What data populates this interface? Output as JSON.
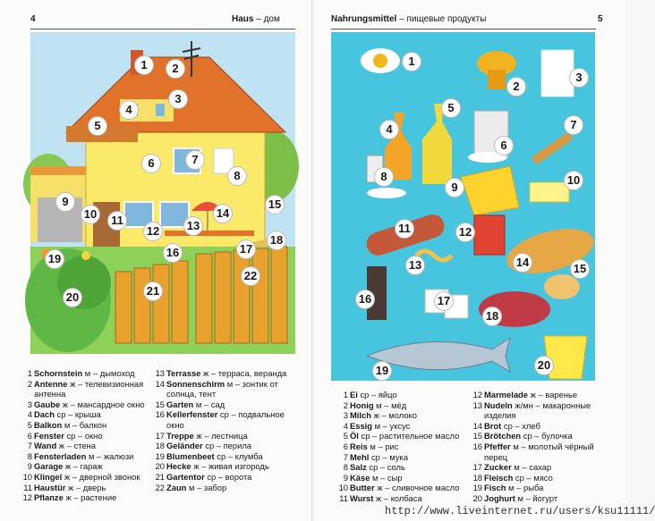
{
  "left_page": {
    "page_number": "4",
    "title_de": "Haus",
    "title_ru": " – дом",
    "illustration_labels": [
      "1",
      "2",
      "3",
      "4",
      "5",
      "6",
      "7",
      "8",
      "9",
      "10",
      "11",
      "12",
      "13",
      "14",
      "15",
      "16",
      "17",
      "18",
      "19",
      "20",
      "21",
      "22"
    ],
    "vocab_col1": [
      {
        "num": "1",
        "word": "Schornstein",
        "gender": "м",
        "translation": "дымоход"
      },
      {
        "num": "2",
        "word": "Antenne",
        "gender": "ж",
        "translation": "телевизионная",
        "cont": "антенна"
      },
      {
        "num": "3",
        "word": "Gaube",
        "gender": "ж",
        "translation": "мансардное окно"
      },
      {
        "num": "4",
        "word": "Dach",
        "gender": "ср",
        "translation": "крыша"
      },
      {
        "num": "5",
        "word": "Balkon",
        "gender": "м",
        "translation": "балкон"
      },
      {
        "num": "6",
        "word": "Fenster",
        "gender": "ср",
        "translation": "окно"
      },
      {
        "num": "7",
        "word": "Wand",
        "gender": "ж",
        "translation": "стена"
      },
      {
        "num": "8",
        "word": "Fensterladen",
        "gender": "м",
        "translation": "жалюзи"
      },
      {
        "num": "9",
        "word": "Garage",
        "gender": "ж",
        "translation": "гараж"
      },
      {
        "num": "10",
        "word": "Klingel",
        "gender": "ж",
        "translation": "дверной звонок"
      },
      {
        "num": "11",
        "word": "Haustür",
        "gender": "ж",
        "translation": "дверь"
      },
      {
        "num": "12",
        "word": "Pflanze",
        "gender": "ж",
        "translation": "растение"
      }
    ],
    "vocab_col2": [
      {
        "num": "13",
        "word": "Terrasse",
        "gender": "ж",
        "translation": "терраса, веранда"
      },
      {
        "num": "14",
        "word": "Sonnenschirm",
        "gender": "м",
        "translation": "зонтик от",
        "cont": "солнца, тент"
      },
      {
        "num": "15",
        "word": "Garten",
        "gender": "м",
        "translation": "сад"
      },
      {
        "num": "16",
        "word": "Kellerfenster",
        "gender": "ср",
        "translation": "подвальное",
        "cont": "окно"
      },
      {
        "num": "17",
        "word": "Treppe",
        "gender": "ж",
        "translation": "лестница"
      },
      {
        "num": "18",
        "word": "Geländer",
        "gender": "ср",
        "translation": "перила"
      },
      {
        "num": "19",
        "word": "Blumenbeet",
        "gender": "ср",
        "translation": "клумба"
      },
      {
        "num": "20",
        "word": "Hecke",
        "gender": "ж",
        "translation": "живая изгородь"
      },
      {
        "num": "21",
        "word": "Gartentor",
        "gender": "ср",
        "translation": "ворота"
      },
      {
        "num": "22",
        "word": "Zaun",
        "gender": "м",
        "translation": "забор"
      }
    ]
  },
  "right_page": {
    "page_number": "5",
    "title_de": "Nahrungsmittel",
    "title_ru": " – пищевые продукты",
    "illustration_labels": [
      "1",
      "2",
      "3",
      "4",
      "5",
      "6",
      "7",
      "8",
      "9",
      "10",
      "11",
      "12",
      "13",
      "14",
      "15",
      "16",
      "17",
      "18",
      "19",
      "20"
    ],
    "vocab_col1": [
      {
        "num": "1",
        "word": "Ei",
        "gender": "ср",
        "translation": "яйцо"
      },
      {
        "num": "2",
        "word": "Honig",
        "gender": "м",
        "translation": "мёд"
      },
      {
        "num": "3",
        "word": "Milch",
        "gender": "ж",
        "translation": "молоко"
      },
      {
        "num": "4",
        "word": "Essig",
        "gender": "м",
        "translation": "уксус"
      },
      {
        "num": "5",
        "word": "Öl",
        "gender": "ср",
        "translation": "растительное масло"
      },
      {
        "num": "6",
        "word": "Reis",
        "gender": "м",
        "translation": "рис"
      },
      {
        "num": "7",
        "word": "Mehl",
        "gender": "ср",
        "translation": "мука"
      },
      {
        "num": "8",
        "word": "Salz",
        "gender": "ср",
        "translation": "соль"
      },
      {
        "num": "9",
        "word": "Käse",
        "gender": "м",
        "translation": "сыр"
      },
      {
        "num": "10",
        "word": "Butter",
        "gender": "ж",
        "translation": "сливочное масло"
      },
      {
        "num": "11",
        "word": "Wurst",
        "gender": "ж",
        "translation": "колбаса"
      }
    ],
    "vocab_col2": [
      {
        "num": "12",
        "word": "Marmelade",
        "gender": "ж",
        "translation": "варенье"
      },
      {
        "num": "13",
        "word": "Nudeln",
        "gender": "ж/мн",
        "translation": "макаронные",
        "cont": "изделия"
      },
      {
        "num": "14",
        "word": "Brot",
        "gender": "ср",
        "translation": "хлеб"
      },
      {
        "num": "15",
        "word": "Brötchen",
        "gender": "ср",
        "translation": "булочка"
      },
      {
        "num": "16",
        "word": "Pfeffer",
        "gender": "м",
        "translation": "молотый чёрный",
        "cont": "перец"
      },
      {
        "num": "17",
        "word": "Zucker",
        "gender": "м",
        "translation": "сахар"
      },
      {
        "num": "18",
        "word": "Fleisch",
        "gender": "ср",
        "translation": "мясо"
      },
      {
        "num": "19",
        "word": "Fisch",
        "gender": "м",
        "translation": "рыба"
      },
      {
        "num": "20",
        "word": "Joghurt",
        "gender": "м",
        "translation": "йогурт"
      }
    ]
  },
  "watermark": "http://www.liveinternet.ru/users/ksu11111/",
  "colors": {
    "food_bg": "#48c5de",
    "house_sky": "#bfe3f2",
    "house_wall": "#fbe96a",
    "roof": "#e0722a",
    "fence": "#e7a12c",
    "hedge": "#5fb845"
  }
}
